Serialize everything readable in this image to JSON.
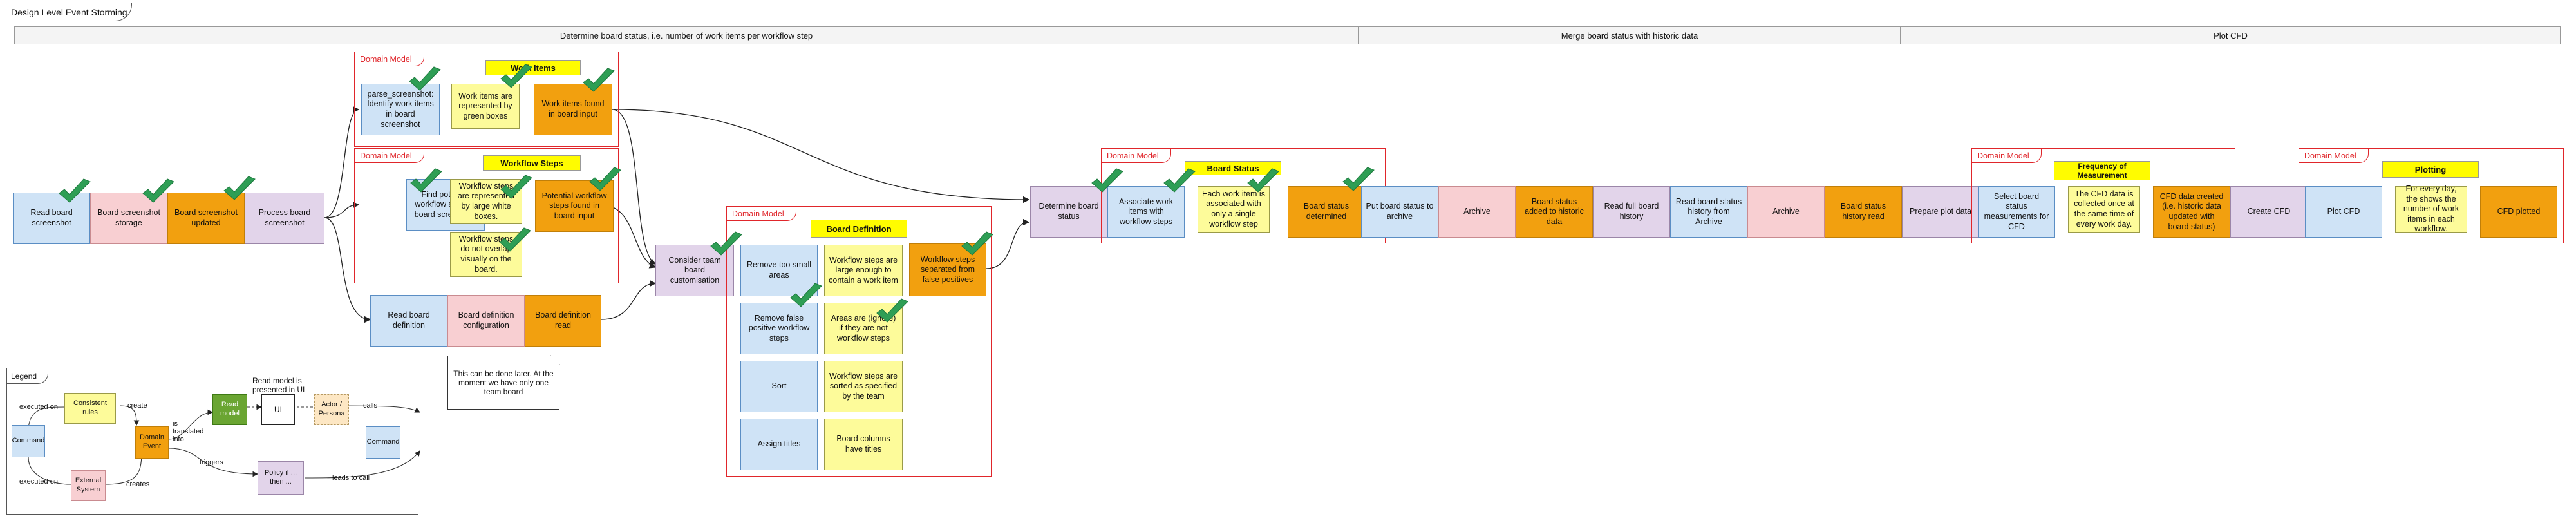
{
  "frame": {
    "title": "Design Level Event Storming"
  },
  "headers": [
    "Determine board status, i.e. number of work items per workflow step",
    "Merge board status with historic data",
    "Plot CFD"
  ],
  "main_flow": {
    "read_board_screenshot": "Read board screenshot",
    "board_screenshot_storage": "Board screenshot storage",
    "board_screenshot_updated": "Board screenshot updated",
    "process_board_screenshot": "Process board screenshot"
  },
  "work_items": {
    "domain_label": "Domain Model",
    "title": "Work Items",
    "command": "parse_screenshot: Identify work items in board screenshot",
    "rule": "Work items are represented by green boxes",
    "event": "Work items found in board input"
  },
  "workflow_steps": {
    "domain_label": "Domain Model",
    "title": "Workflow Steps",
    "command": "Find potential workflow steps in board screenshot",
    "rule1": "Workflow steps are represented by large white boxes.",
    "rule2": "Workflow steps do not overlap visually on the board.",
    "event": "Potential workflow steps found in board input"
  },
  "board_def": {
    "read": "Read board definition",
    "config": "Board definition configuration",
    "event": "Board definition read",
    "note": "This can be done later. At the moment we have only one team board"
  },
  "customisation": {
    "label": "Consider team board customisation"
  },
  "board_definition": {
    "domain_label": "Domain Model",
    "title": "Board Definition",
    "commands": [
      "Remove too small areas",
      "Remove false positive workflow steps",
      "Sort",
      "Assign titles"
    ],
    "rules": [
      "Workflow steps are large enough to contain a work item",
      "Areas are (ignore) if they are not workflow steps",
      "Workflow steps are sorted as specified by the team",
      "Board columns have titles"
    ],
    "event": "Workflow steps separated from false positives"
  },
  "board_status": {
    "determine": "Determine board status",
    "domain_label": "Domain Model",
    "title": "Board Status",
    "command": "Associate work items with workflow steps",
    "rule": "Each work item is associated with only a single workflow step",
    "event": "Board status determined"
  },
  "merge_flow": {
    "put_status": "Put board status to archive",
    "archive1": "Archive",
    "status_added": "Board status added to historic data",
    "read_history": "Read full board history",
    "read_status_history": "Read board status history from Archive",
    "archive2": "Archive",
    "history_read": "Board status history read",
    "prepare_plot": "Prepare plot data"
  },
  "frequency": {
    "domain_label": "Domain Model",
    "title": "Frequency of Measurement",
    "command": "Select board status measurements for CFD",
    "rule": "The CFD data is collected once at the same time of every work day.",
    "event": "CFD data created (i.e. historic data updated with board status)",
    "create_cfd": "Create CFD"
  },
  "plotting": {
    "domain_label": "Domain Model",
    "title": "Plotting",
    "command": "Plot CFD",
    "rule": "For every day, the shows the number of work items in each workflow.",
    "event": "CFD plotted"
  },
  "legend": {
    "title": "Legend",
    "command": "Command",
    "consistent_rules": "Consistent rules",
    "domain_event": "Domain Event",
    "read_model": "Read model",
    "ui": "UI",
    "actor": "Actor / Persona",
    "command2": "Command",
    "external_system": "External System",
    "policy": "Policy if ... then ...",
    "read_model_note": "Read model is presented in UI",
    "executed_on_top": "executed on",
    "create": "create",
    "is_translated_into": "is translated into",
    "calls": "calls",
    "triggers": "triggers",
    "leads_to_call": "leads to call",
    "executed_on_bottom": "executed on",
    "creates": "creates"
  },
  "colors": {
    "command": "#cfe3f6",
    "external": "#f8cfd2",
    "event": "#f2a00f",
    "policy": "#e2d4ea",
    "rule": "#fdfb9a",
    "read_model": "#6aa532",
    "domain_border": "#e0262b",
    "check": "#2e9e55"
  }
}
